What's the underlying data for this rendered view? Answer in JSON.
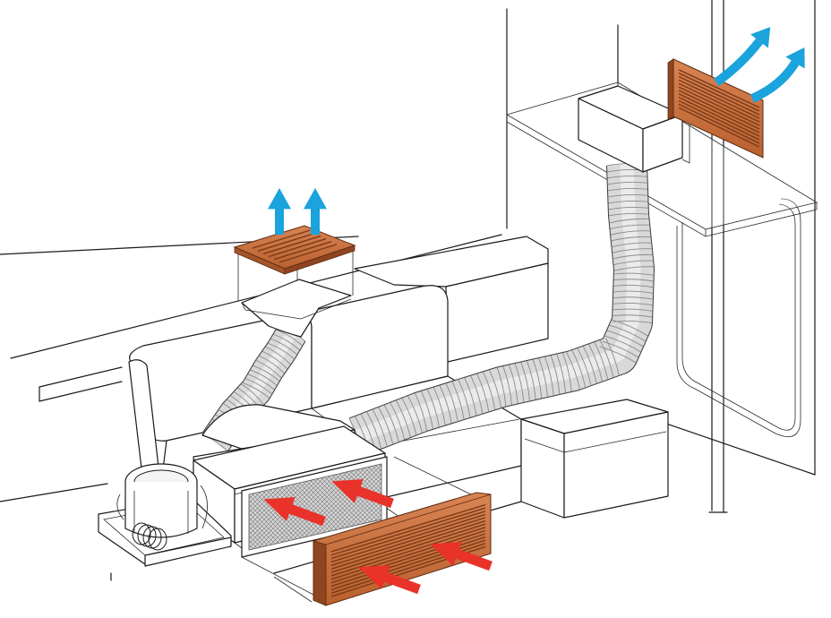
{
  "colors": {
    "grille_wood": "#c8703e",
    "grille_dark": "#7a3a18",
    "intake_arrow": "#e8322a",
    "outflow_arrow": "#1aa3dc",
    "hose": "#d9d9d9",
    "hose_rib": "#8a8a8a",
    "line": "#1a1a1a"
  },
  "components": {
    "unit": "air-conditioning-unit",
    "front_grille": "return-air-grille",
    "filter": "filter-screen",
    "seat_vent": "seat-outlet-grille",
    "wall_vent": "wall-outlet-grille",
    "duct_box": "duct-plenum",
    "hoses": [
      "flexible-duct-to-seat-vent",
      "flexible-duct-to-wall-vent"
    ],
    "pump": "seawater-pump"
  },
  "airflow": {
    "intake_arrows": 4,
    "outflow_arrows": 4
  }
}
